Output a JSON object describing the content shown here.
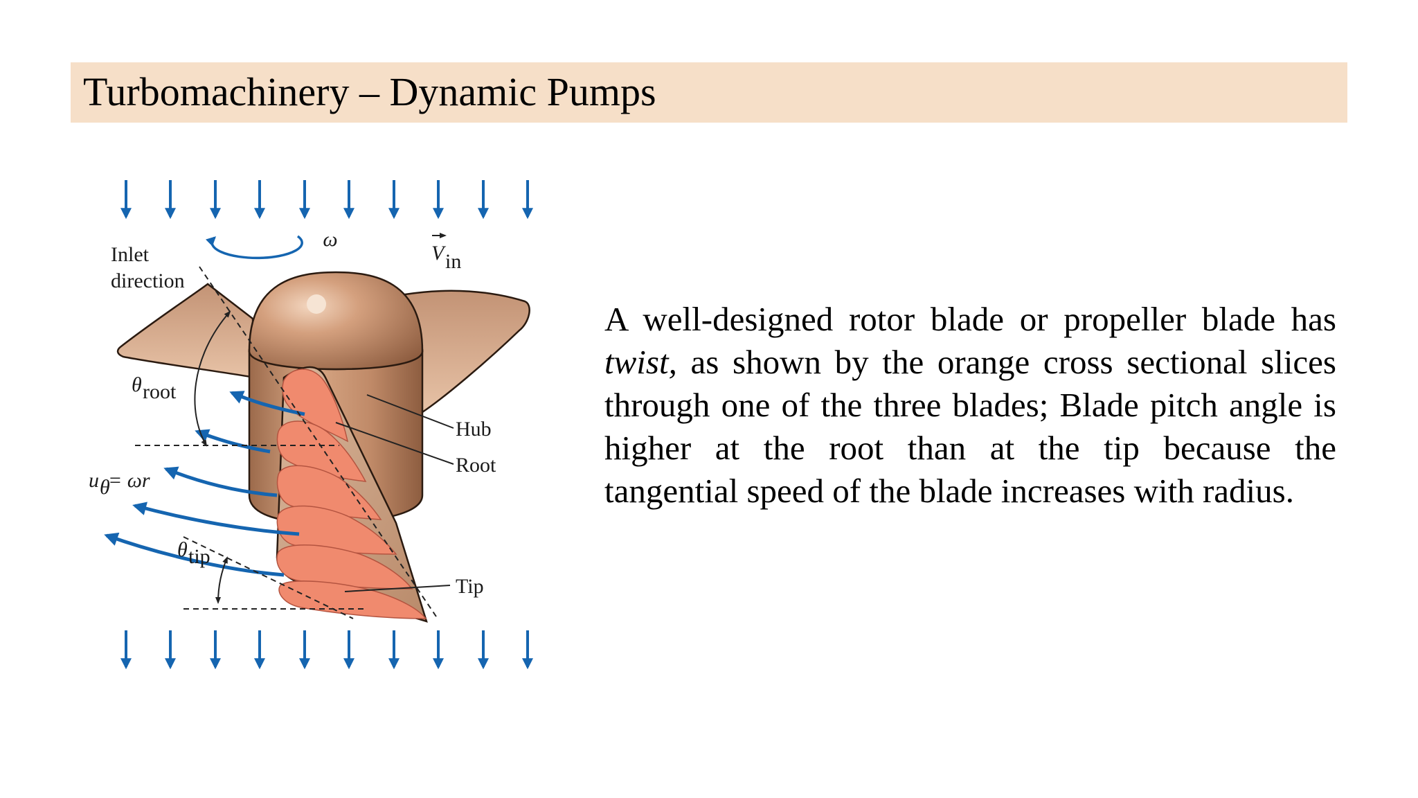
{
  "slide": {
    "title": "Turbomachinery – Dynamic Pumps",
    "title_band_color": "#f6dfc8"
  },
  "figure": {
    "labels": {
      "inlet_line1": "Inlet",
      "inlet_line2": "direction",
      "omega": "ω",
      "v_in_symbol": "V",
      "v_in_sub": "in",
      "theta_root_symbol": "θ",
      "theta_root_sub": "root",
      "theta_tip_symbol": "θ",
      "theta_tip_sub": "tip",
      "u_theta_lhs": "u",
      "u_theta_sub": "θ",
      "u_theta_rhs": " = ωr",
      "hub": "Hub",
      "root": "Root",
      "tip": "Tip"
    },
    "colors": {
      "arrow_blue": "#1565b0",
      "hub_bronze": "#c89472",
      "slice_orange": "#f08a6e"
    },
    "icons": [
      "down-arrow-icon",
      "rotation-arrow-icon",
      "flow-arrow-icon"
    ]
  },
  "body": {
    "part1": "A well-designed rotor blade or propeller blade has",
    "emphasis": "twist,",
    "part2": "as shown by the orange cross sectional slices through one of the three blades; Blade pitch angle is higher at the root than at the tip because the tangential speed of the blade increases with radius."
  }
}
